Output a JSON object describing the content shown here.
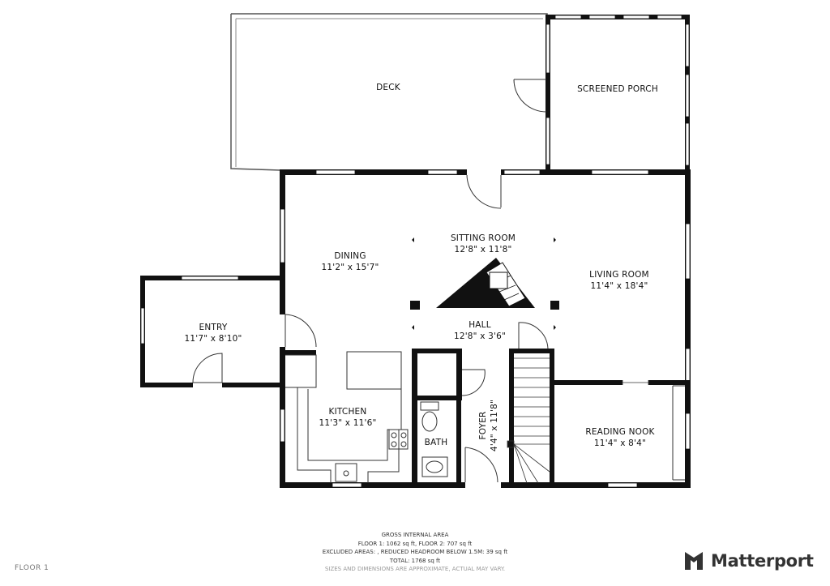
{
  "rooms": {
    "deck": {
      "name": "DECK"
    },
    "porch": {
      "name": "SCREENED PORCH"
    },
    "sitting": {
      "name": "SITTING ROOM",
      "dim": "12'8\" x 11'8\""
    },
    "dining": {
      "name": "DINING",
      "dim": "11'2\" x 15'7\""
    },
    "living": {
      "name": "LIVING ROOM",
      "dim": "11'4\" x 18'4\""
    },
    "entry": {
      "name": "ENTRY",
      "dim": "11'7\" x 8'10\""
    },
    "hall": {
      "name": "HALL",
      "dim": "12'8\" x 3'6\""
    },
    "kitchen": {
      "name": "KITCHEN",
      "dim": "11'3\" x 11'6\""
    },
    "bath": {
      "name": "BATH"
    },
    "foyer": {
      "name": "FOYER",
      "dim": "4'4\" x 11'8\""
    },
    "reading": {
      "name": "READING NOOK",
      "dim": "11'4\" x 8'4\""
    }
  },
  "footer": {
    "heading": "GROSS INTERNAL AREA",
    "line1": "FLOOR 1: 1062 sq ft, FLOOR 2: 707 sq ft",
    "line2": "EXCLUDED AREAS: , REDUCED HEADROOM BELOW 1.5M: 39 sq ft",
    "line3": "TOTAL: 1768 sq ft",
    "disclaimer": "SIZES AND DIMENSIONS ARE APPROXIMATE, ACTUAL MAY VARY."
  },
  "floor_label": "FLOOR 1",
  "brand": {
    "name": "Matterport",
    "logo_icon": "matterport-logo-icon"
  }
}
